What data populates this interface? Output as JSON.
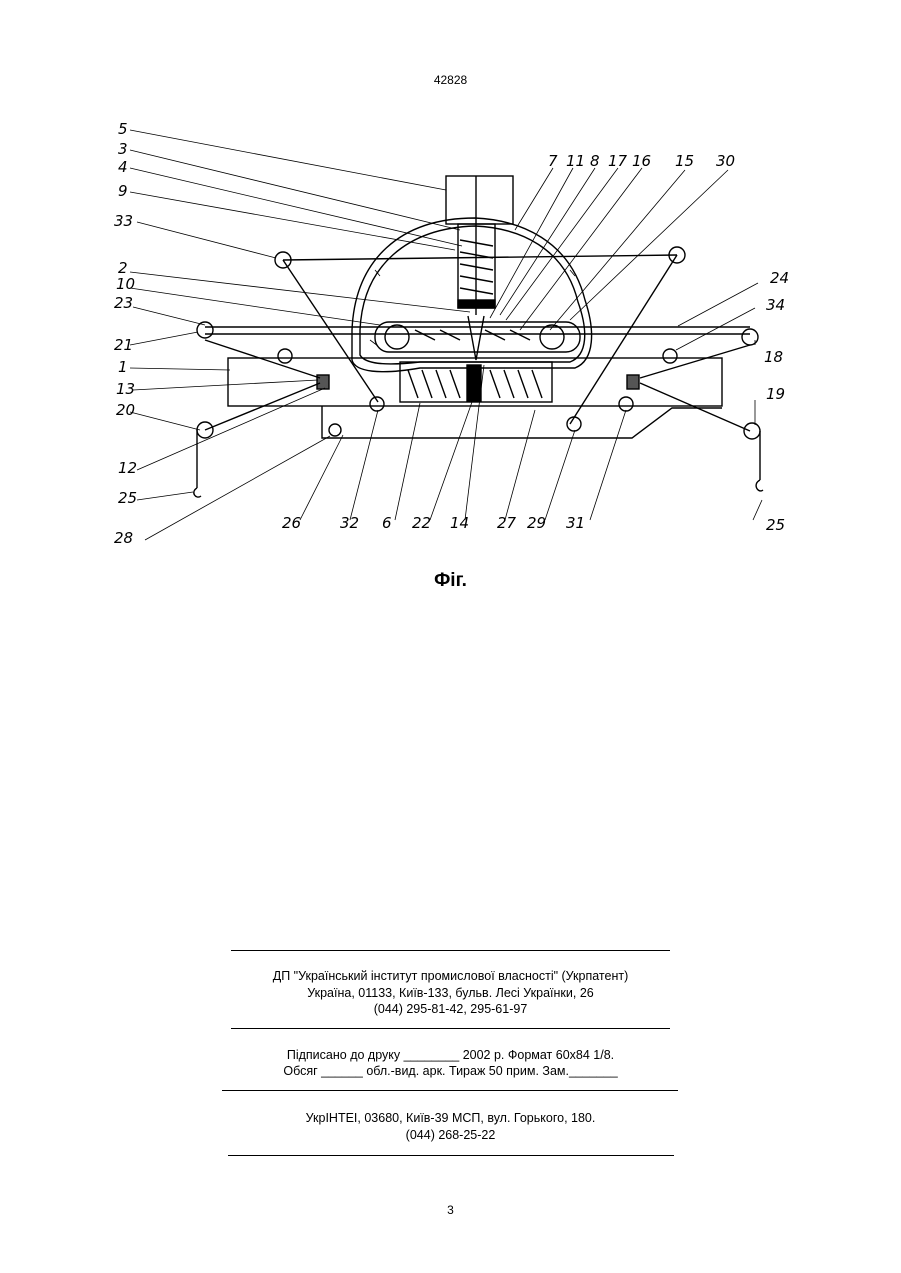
{
  "header": {
    "doc_number": "42828"
  },
  "figure": {
    "caption": "Фіг.",
    "labels": [
      "5",
      "3",
      "4",
      "9",
      "33",
      "2",
      "10",
      "23",
      "21",
      "1",
      "13",
      "20",
      "12",
      "25",
      "28",
      "26",
      "32",
      "6",
      "22",
      "14",
      "27",
      "29",
      "31",
      "25",
      "19",
      "18",
      "34",
      "24",
      "30",
      "15",
      "16",
      "17",
      "8",
      "11",
      "7"
    ]
  },
  "footer": {
    "publisher": [
      "ДП \"Український інститут промислової власності\" (Укрпатент)",
      "Україна, 01133, Київ-133, бульв. Лесі Українки, 26",
      "(044) 295-81-42, 295-61-97"
    ],
    "print": [
      "Підписано до друку ________ 2002 р.    Формат 60х84 1/8.",
      "Обсяг ______ обл.-вид. арк.   Тираж 50 прим.    Зам._______"
    ],
    "printer": [
      "УкрІНТЕІ, 03680, Київ-39 МСП, вул. Горького, 180.",
      "(044) 268-25-22"
    ]
  },
  "page": {
    "number": "3"
  }
}
